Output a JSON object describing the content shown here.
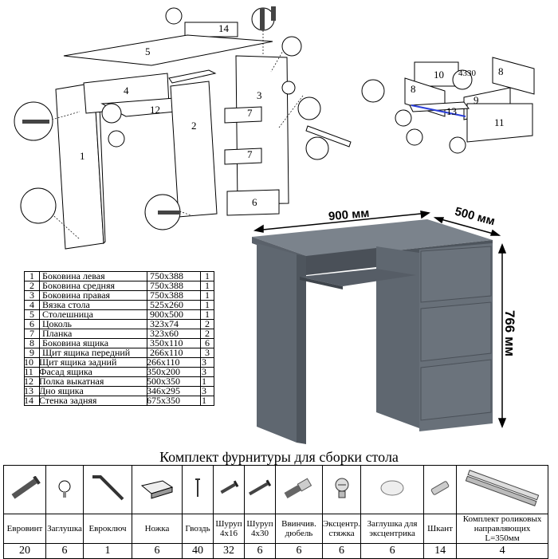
{
  "dimensions": {
    "width": "900 мм",
    "depth": "500 мм",
    "height": "766 мм"
  },
  "diagram_labels": {
    "left": [
      "1",
      "2",
      "3",
      "4",
      "5",
      "7",
      "7",
      "6",
      "12",
      "14"
    ],
    "right": [
      "8",
      "9",
      "10",
      "11",
      "13",
      "8",
      "4330"
    ]
  },
  "parts_table": [
    {
      "n": "1",
      "name": "Боковина левая",
      "size": "750x388",
      "qty": "1"
    },
    {
      "n": "2",
      "name": "Боковина средняя",
      "size": "750x388",
      "qty": "1"
    },
    {
      "n": "3",
      "name": "Боковина правая",
      "size": "750x388",
      "qty": "1"
    },
    {
      "n": "4",
      "name": "Вязка стола",
      "size": "525x260",
      "qty": "1"
    },
    {
      "n": "5",
      "name": "Столешница",
      "size": "900x500",
      "qty": "1"
    },
    {
      "n": "6",
      "name": "Цоколь",
      "size": "323x74",
      "qty": "2"
    },
    {
      "n": "7",
      "name": "Планка",
      "size": "323x60",
      "qty": "2"
    },
    {
      "n": "8",
      "name": "Боковина ящика",
      "size": "350x110",
      "qty": "6"
    },
    {
      "n": "9",
      "name": "Щит ящика передний",
      "size": "266x110",
      "qty": "3"
    },
    {
      "n": "10",
      "name": "Щит ящика задний",
      "size": "266x110",
      "qty": "3"
    },
    {
      "n": "11",
      "name": "Фасад ящика",
      "size": "350x200",
      "qty": "3"
    },
    {
      "n": "12",
      "name": "Полка выкатная",
      "size": "500x350",
      "qty": "1"
    },
    {
      "n": "13",
      "name": "Дно ящика",
      "size": "346x295",
      "qty": "3"
    },
    {
      "n": "14",
      "name": "Стенка задняя",
      "size": "675x350",
      "qty": "1"
    }
  ],
  "hardware_title": "Комплект фурнитуры для сборки стола",
  "hardware": [
    {
      "icon": "euroscrew-icon",
      "name": "Евровинт",
      "qty": "20"
    },
    {
      "icon": "cap-icon",
      "name": "Заглушка",
      "qty": "6"
    },
    {
      "icon": "hex-key-icon",
      "name": "Евроключ",
      "qty": "1"
    },
    {
      "icon": "leg-icon",
      "name": "Ножка",
      "qty": "6"
    },
    {
      "icon": "nail-icon",
      "name": "Гвоздь",
      "qty": "40"
    },
    {
      "icon": "screw-small-icon",
      "name": "Шуруп 4x16",
      "qty": "32"
    },
    {
      "icon": "screw-large-icon",
      "name": "Шуруп 4x30",
      "qty": "6"
    },
    {
      "icon": "dowel-icon",
      "name": "Ввинчив. дюбель",
      "qty": "6"
    },
    {
      "icon": "cam-lock-icon",
      "name": "Эксцентр. стяжка",
      "qty": "6"
    },
    {
      "icon": "cam-cap-icon",
      "name": "Заглушка для эксцентрика",
      "qty": "6"
    },
    {
      "icon": "wood-dowel-icon",
      "name": "Шкант",
      "qty": "14"
    },
    {
      "icon": "roller-rail-icon",
      "name": "Комплект роликовых направляющих L=350мм",
      "qty": "4"
    }
  ],
  "colors": {
    "desk": "#5f6770",
    "desk_dark": "#4e555d",
    "desk_light": "#7b838c",
    "highlight": "#2b3fd9"
  }
}
